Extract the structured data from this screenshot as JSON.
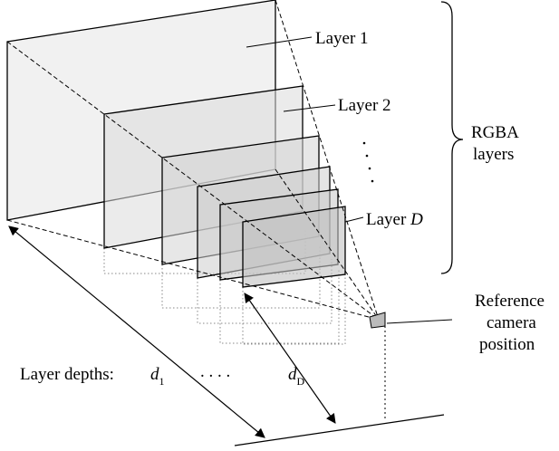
{
  "labels": {
    "layer_1": "Layer 1",
    "layer_2": "Layer 2",
    "layer_d_prefix": "Layer ",
    "layer_d_var": "D",
    "rgba_line1": "RGBA",
    "rgba_line2": "layers",
    "ref_line1": "Reference",
    "ref_line2": "camera",
    "ref_line3": "position",
    "depths_prefix": "Layer depths:",
    "d_var": "d",
    "d1_sub": "1",
    "dots": ". . . .",
    "dD_sub": "D",
    "vdots": "⋮"
  },
  "colors": {
    "stroke": "#000000",
    "fill_back": "#e6e6e6",
    "fill_mid": "#dadada",
    "fill_front": "#d0d0d0",
    "fill_opacity": "0.55",
    "dotted": "#888888"
  }
}
